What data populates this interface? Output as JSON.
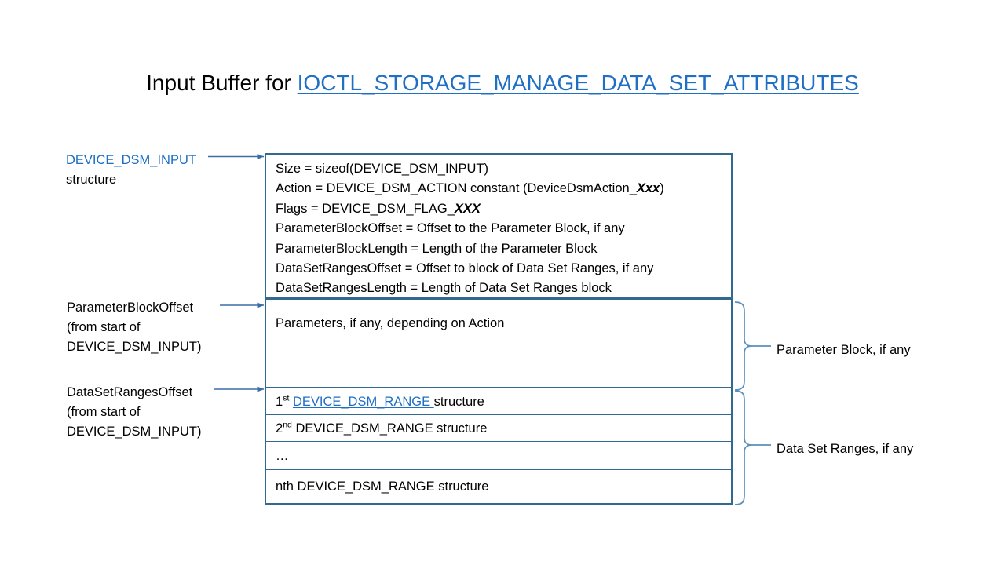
{
  "title": {
    "prefix": "Input Buffer for ",
    "link": "IOCTL_STORAGE_MANAGE_DATA_SET_ATTRIBUTES"
  },
  "colors": {
    "hyperlink": "#1F6FC5",
    "border": "#31698F",
    "brace": "#5B8FB9",
    "arrow": "#3A6EA5",
    "text": "#000000",
    "background": "#FFFFFF"
  },
  "left_labels": {
    "device_dsm_input": {
      "link": "DEVICE_DSM_INPUT",
      "line2": "structure"
    },
    "parameter_block_offset": {
      "line1": "ParameterBlockOffset",
      "line2": "(from start of",
      "line3": "DEVICE_DSM_INPUT)"
    },
    "data_set_ranges_offset": {
      "line1": "DataSetRangesOffset",
      "line2": "(from start of",
      "line3": "DEVICE_DSM_INPUT)"
    }
  },
  "header_box": {
    "lines": [
      {
        "pre": "Size  = sizeof(DEVICE_DSM_INPUT)",
        "em": "",
        "post": ""
      },
      {
        "pre": "Action = DEVICE_DSM_ACTION  constant (DeviceDsmAction_",
        "em": "Xxx",
        "post": ")"
      },
      {
        "pre": "Flags = DEVICE_DSM_FLAG_",
        "em": "XXX",
        "post": ""
      },
      {
        "pre": "ParameterBlockOffset  = Offset to the Parameter Block, if any",
        "em": "",
        "post": ""
      },
      {
        "pre": "ParameterBlockLength  = Length of the Parameter  Block",
        "em": "",
        "post": ""
      },
      {
        "pre": "DataSetRangesOffset  = Offset to block of Data Set Ranges, if any",
        "em": "",
        "post": ""
      },
      {
        "pre": "DataSetRangesLength  = Length of Data Set Ranges block",
        "em": "",
        "post": ""
      }
    ]
  },
  "parameters_box": {
    "text": "Parameters, if any, depending on Action"
  },
  "ranges_box": {
    "rows": [
      {
        "ordinal": "1",
        "sup": "st",
        "link": "DEVICE_DSM_RANGE ",
        "suffix": "structure"
      },
      {
        "ordinal": "2",
        "sup": "nd",
        "link": "",
        "suffix": "DEVICE_DSM_RANGE  structure"
      },
      {
        "ordinal": "…",
        "sup": "",
        "link": "",
        "suffix": ""
      },
      {
        "ordinal": "nth",
        "sup": "",
        "link": "",
        "suffix": " DEVICE_DSM_RANGE  structure"
      }
    ]
  },
  "right_labels": {
    "parameter_block": "Parameter Block, if any",
    "data_set_ranges": "Data Set Ranges, if any"
  }
}
